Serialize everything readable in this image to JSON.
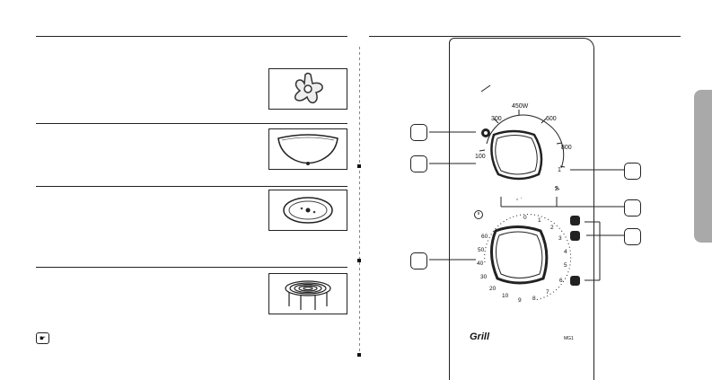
{
  "left_section": {
    "accessories": [
      {
        "icon": "coupler-icon"
      },
      {
        "icon": "turntable-glass-tray-icon"
      },
      {
        "icon": "roller-ring-icon"
      },
      {
        "icon": "grill-rack-icon"
      }
    ],
    "note_icon": "hand-pointer-note-icon"
  },
  "control_panel": {
    "power_dial": {
      "labels": {
        "p100": "100",
        "p300": "300",
        "p450": "450W",
        "p600": "600",
        "p800": "800",
        "low": "100",
        "g1": "1",
        "g2": "2",
        "defrost": "꜀ ·"
      },
      "defrost_symbol_icon": "defrost-icon"
    },
    "timer_dial": {
      "ticks": [
        "0",
        "1",
        "2",
        "3",
        "4",
        "5",
        "6",
        "7",
        "8",
        "9",
        "10",
        "20",
        "30",
        "40",
        "50",
        "60"
      ],
      "timer_icon": "clock-icon",
      "mode_icons": [
        "microwave-mode-icon",
        "combi-mode-icon",
        "grill-mode-icon"
      ]
    },
    "brand": "Grill",
    "model": "MG1"
  },
  "colors": {
    "line": "#222222",
    "side_tab": "#a9a9a9"
  }
}
